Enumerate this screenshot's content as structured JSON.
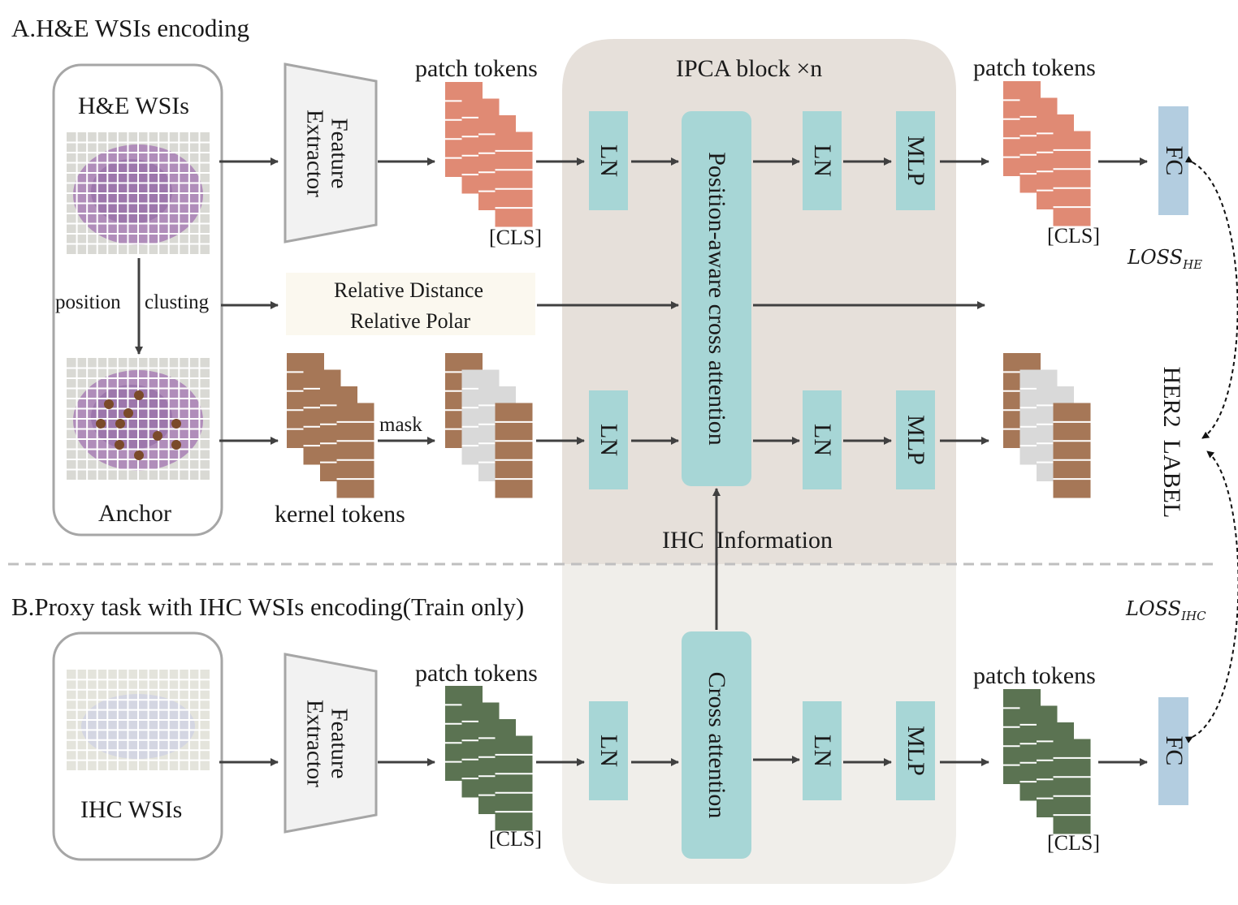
{
  "section_a": {
    "title": "A.H&E WSIs encoding"
  },
  "section_b": {
    "title": "B.Proxy task with IHC WSIs encoding(Train only)"
  },
  "he_panel": {
    "title": "H&E WSIs",
    "anchor_label": "Anchor",
    "position_label": "position",
    "clusting_label": "clusting"
  },
  "ihc_panel": {
    "title": "IHC WSIs"
  },
  "feature_extractor": {
    "label_line1": "Feature",
    "label_line2": "Extractor"
  },
  "relative_box": {
    "line1": "Relative Distance",
    "line2": "Relative Polar"
  },
  "tokens": {
    "patch_tokens": "patch tokens",
    "cls": "[CLS]",
    "kernel_tokens": "kernel tokens",
    "mask": "mask"
  },
  "ipca": {
    "title": "IPCA block ×n",
    "ln": "LN",
    "mlp": "MLP",
    "position_aware_cross_attention": "Position-aware cross attention",
    "cross_attention": "Cross attention",
    "ihc_information": "IHC  Information"
  },
  "fc": {
    "label": "FC"
  },
  "loss_he": {
    "main": "LOSS",
    "sub": "HE"
  },
  "loss_ihc": {
    "main": "LOSS",
    "sub": "IHC"
  },
  "her2_label": "HER2  LABEL",
  "colors": {
    "patch_he": "#e08a74",
    "kernel": "#a67757",
    "masked": "#d9d9d9",
    "patch_ihc": "#5b7352",
    "block_teal": "#a7d6d6",
    "fc_blue": "#b3cde0",
    "ipca_bg_top": "#e6e0da",
    "ipca_bg_bottom": "#f0eeea",
    "relative_bg": "#fbf8ef",
    "extractor_fill": "#f2f2f2",
    "panel_border": "#a6a6a6",
    "arrow": "#404040"
  }
}
